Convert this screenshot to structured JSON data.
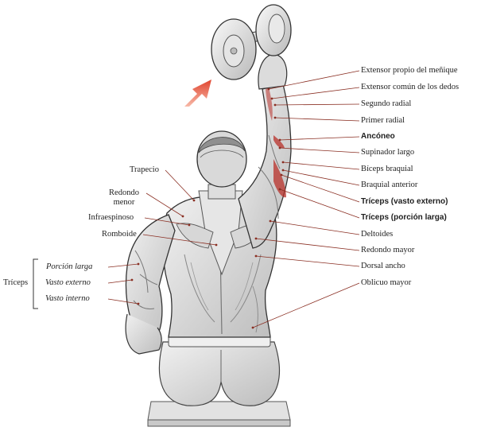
{
  "right_labels": [
    {
      "text": "Extensor propio del meñique",
      "bold": false
    },
    {
      "text": "Extensor común de los dedos",
      "bold": false
    },
    {
      "text": "Segundo radial",
      "bold": false
    },
    {
      "text": "Primer radial",
      "bold": false
    },
    {
      "text": "Ancóneo",
      "bold": true
    },
    {
      "text": "Supinador largo",
      "bold": false
    },
    {
      "text": "Bíceps braquial",
      "bold": false
    },
    {
      "text": "Braquial anterior",
      "bold": false
    },
    {
      "text": "Tríceps (vasto externo)",
      "bold": true
    },
    {
      "text": "Tríceps (porción larga)",
      "bold": true
    },
    {
      "text": "Deltoides",
      "bold": false
    },
    {
      "text": "Redondo mayor",
      "bold": false
    },
    {
      "text": "Dorsal ancho",
      "bold": false
    },
    {
      "text": "Oblicuo mayor",
      "bold": false
    }
  ],
  "left_labels": [
    {
      "text": "Trapecio"
    },
    {
      "text": "Redondo\nmenor"
    },
    {
      "text": "Infraespinoso"
    },
    {
      "text": "Romboide"
    }
  ],
  "triceps_group": {
    "title": "Tríceps",
    "items": [
      "Porción larga",
      "Vasto externo",
      "Vasto interno"
    ]
  },
  "colors": {
    "ink": "#1e1e1e",
    "leader_line": "#8a2e22",
    "muscle_highlight": "#b8302a",
    "arrow": "#e4553f",
    "skin_shade": "#d2d2d2"
  }
}
